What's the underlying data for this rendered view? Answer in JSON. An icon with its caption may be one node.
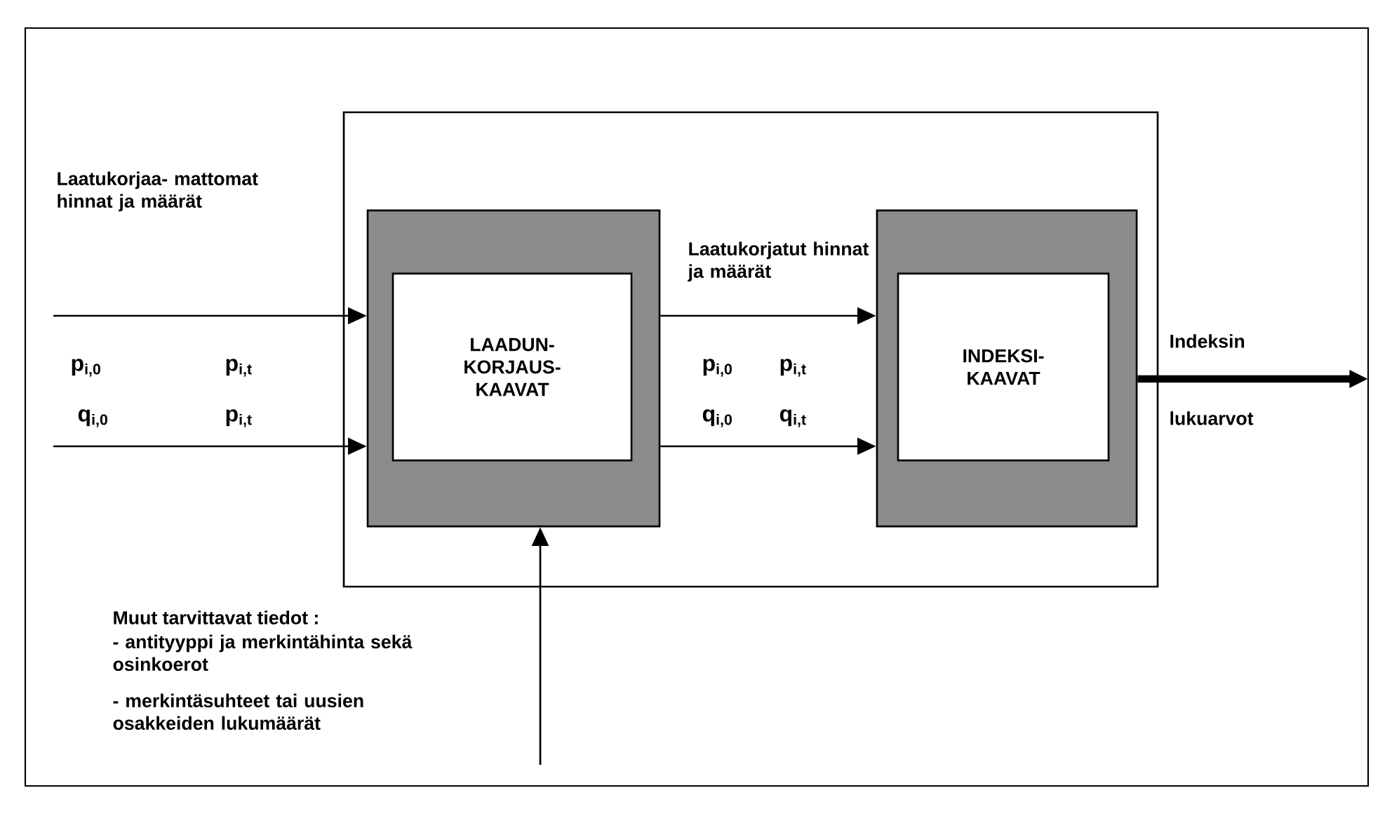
{
  "diagram": {
    "nodes": [
      {
        "text": [],
        "shape": "box"
      },
      {
        "text": [],
        "shape": "box",
        "in": 0
      },
      {
        "text": [
          "LAADUN- KORJAUS- KAAVAT"
        ],
        "in": 1
      },
      {
        "text": [],
        "shape": "box",
        "in": 0
      },
      {
        "text": [
          "INDEKSI- KAAVAT"
        ],
        "in": 3
      }
    ],
    "edges": [
      {
        "from": null,
        "to": 1,
        "arrow": "to"
      },
      {
        "from": null,
        "to": 1,
        "arrow": "to"
      },
      {
        "from": 1,
        "to": 3,
        "arrow": "to"
      },
      {
        "from": 1,
        "to": 3,
        "arrow": "to"
      },
      {
        "from": 3,
        "to": null,
        "arrow": "to",
        "style": "thick"
      },
      {
        "from": null,
        "to": 1,
        "arrow": "to"
      }
    ],
    "labels": [
      "Laatukorjaa- mattomat hinnat ja määrät",
      "p$_{i,0}$",
      "p$_{i,t}$",
      "q$_{i,0}$",
      "p$_{i,t}$",
      "Laatukorjatut hinnat ja määrät",
      "p$_{i,0}$",
      "p$_{i,t}$",
      "q$_{i,0}$",
      "q$_{i,t}$",
      "Indeksin",
      "lukuarvot",
      "Muut tarvittavat tiedot :",
      "- antityyppi ja merkintähinta sekä osinkoerot",
      "- merkintäsuhteet tai uusien osakkeiden lukumäärät"
    ]
  }
}
